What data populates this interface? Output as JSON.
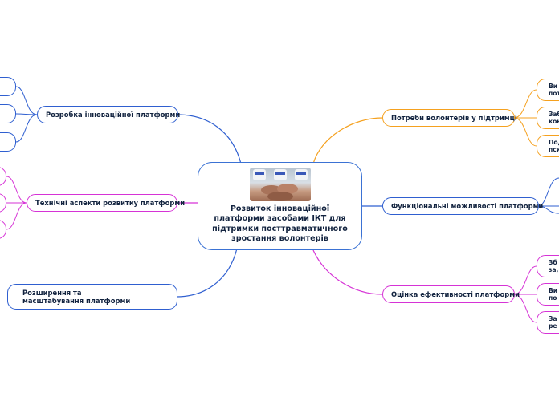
{
  "root": {
    "image_alt": "hands-together-photo",
    "title": "Розвиток інноваційної платформи засобами ІКТ для підтримки посттравматичного зростання волонтерів"
  },
  "colors": {
    "blue": "#2f5fd0",
    "orange": "#f5a11f",
    "magenta": "#d633d6"
  },
  "branches": {
    "left_1": "Розробка інноваційної платформи",
    "left_2": "Технічні аспекти розвитку платформи",
    "left_3": "Розширення та масштабування платформи",
    "right_1": "Потреби волонтерів у підтримці",
    "right_2": "Функціональні можливості платформи",
    "right_3": "Оцінка ефективності платформи"
  },
  "leaves": {
    "r1": [
      "Ви... пот...",
      "Заб... кон...",
      "Под... пси..."
    ],
    "r3": [
      "Зб... за...",
      "Ви... по...",
      "За... ре..."
    ]
  },
  "leaf_lines": {
    "r1_0": [
      "Ви",
      "пот"
    ],
    "r1_1": [
      "Заб",
      "кон"
    ],
    "r1_2": [
      "Под",
      "пси"
    ],
    "r3_0": [
      "Зб",
      "за,"
    ],
    "r3_1": [
      "Ви",
      "по"
    ],
    "r3_2": [
      "За",
      "ре"
    ]
  }
}
